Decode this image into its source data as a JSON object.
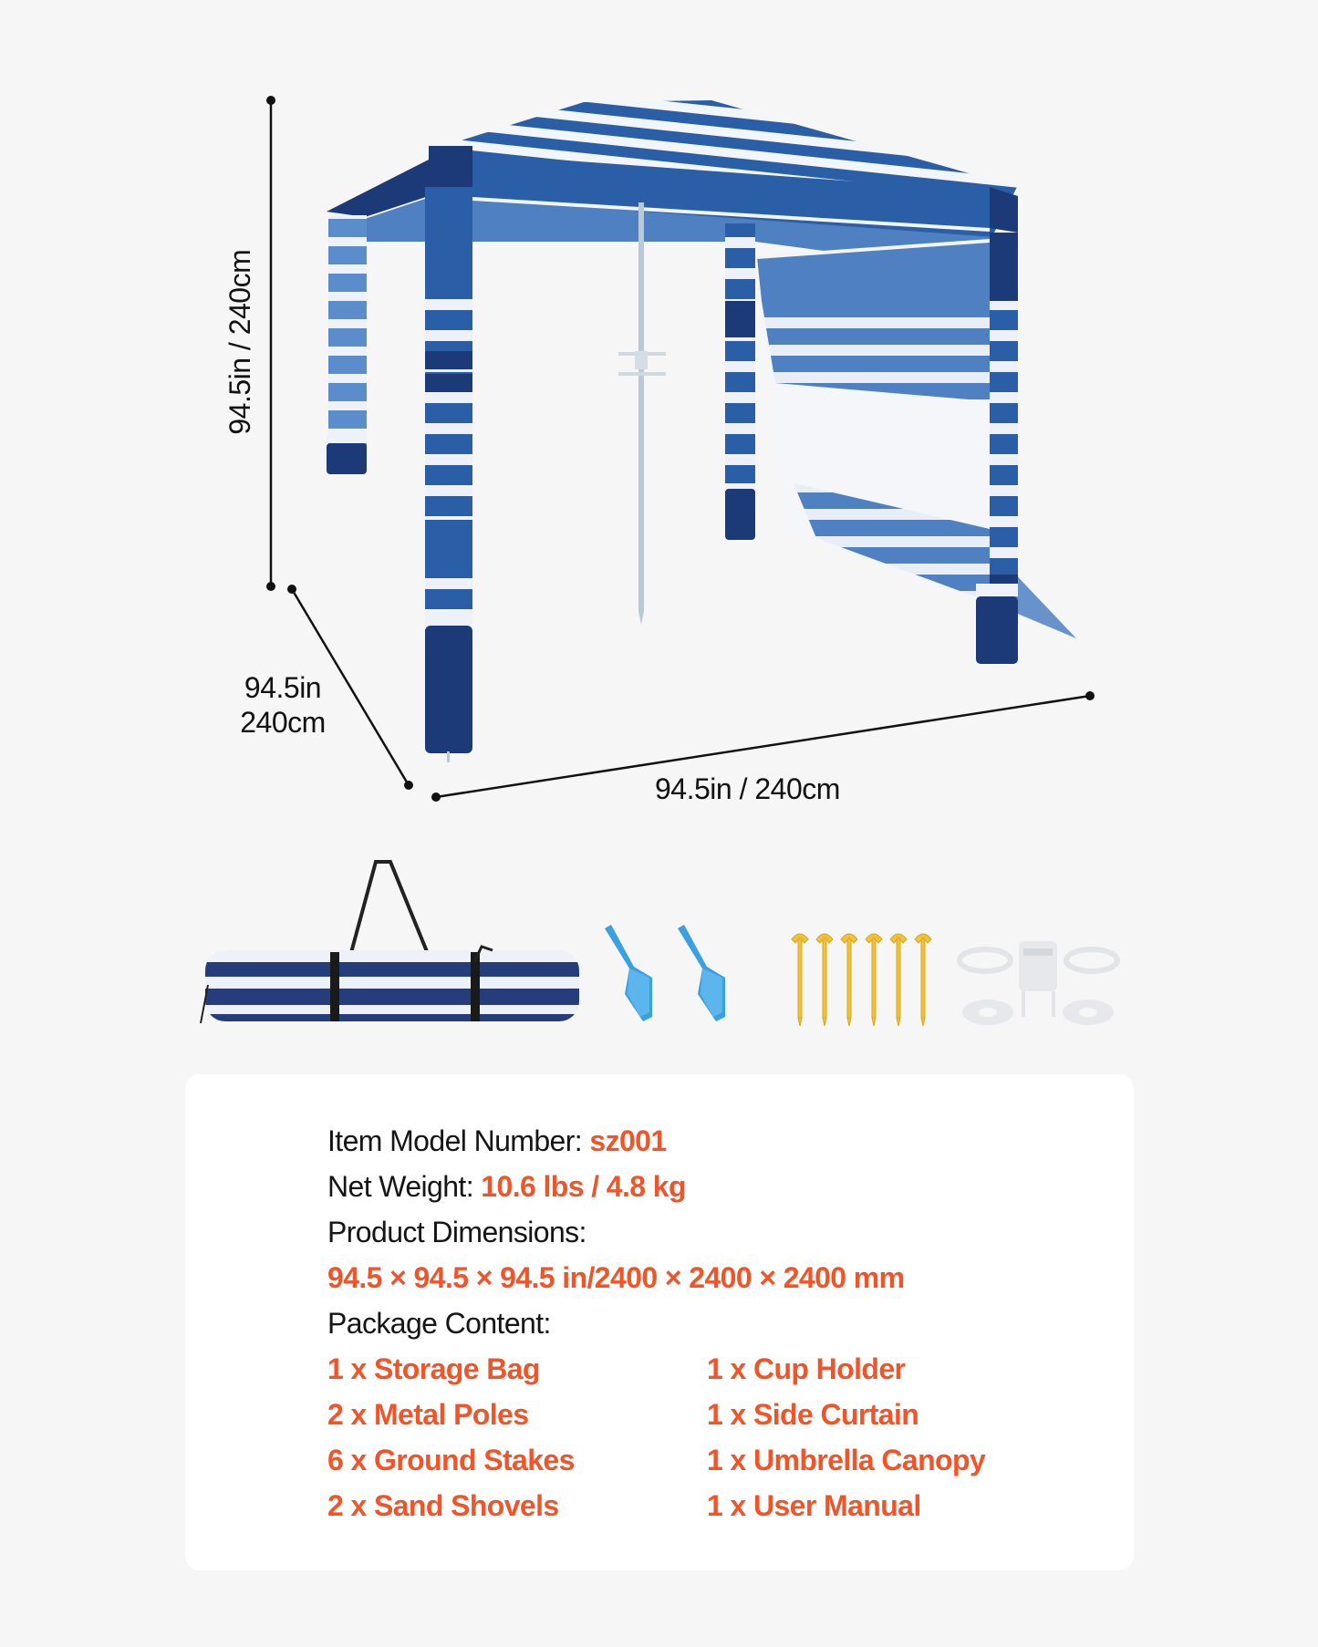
{
  "colors": {
    "background": "#f6f6f6",
    "card": "#ffffff",
    "accent_orange": "#f0552a",
    "text_dark": "#151515",
    "canopy_blue": "#2a5fa8",
    "canopy_navy": "#1c3a78",
    "canopy_light": "#5b8ccc",
    "stripe_white": "#eef2f8"
  },
  "dimensions": {
    "height_label": "94.5in / 240cm",
    "depth_label_line1": "94.5in",
    "depth_label_line2": "240cm",
    "width_label": "94.5in / 240cm"
  },
  "product_image": {
    "subject": "striped beach cabana canopy with side curtain and umbrella pole",
    "icon": "cabana-tent-illustration"
  },
  "accessories": [
    {
      "name": "Storage Bag",
      "icon": "storage-bag-icon"
    },
    {
      "name": "Sand Shovels",
      "icon": "sand-shovel-icon"
    },
    {
      "name": "Ground Stakes",
      "icon": "ground-stake-icon"
    },
    {
      "name": "Cup Holder",
      "icon": "cup-holder-icon"
    }
  ],
  "specs": {
    "model_label": "Item Model Number: ",
    "model_value": "sz001",
    "weight_label": "Net Weight: ",
    "weight_value": "10.6 lbs / 4.8 kg",
    "dimensions_label": "Product Dimensions:",
    "dimensions_value": "94.5 × 94.5 × 94.5 in/2400 × 2400 × 2400 mm",
    "package_label": "Package Content:"
  },
  "package_content": {
    "left": [
      "1 x Storage Bag",
      "2 x Metal Poles",
      "6 x Ground Stakes",
      "2 x Sand Shovels"
    ],
    "right": [
      "1 x Cup Holder",
      "1 x Side Curtain",
      "1 x Umbrella Canopy",
      "1 x User Manual"
    ]
  }
}
